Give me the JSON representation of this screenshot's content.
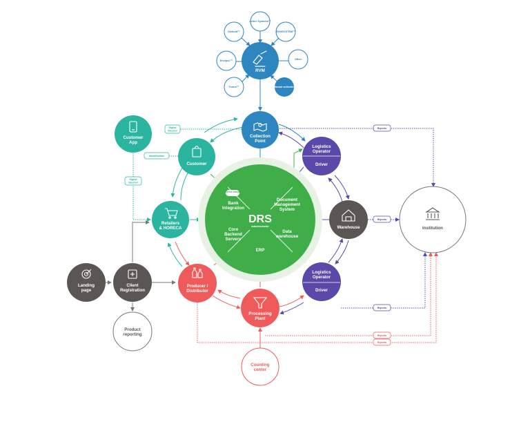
{
  "colors": {
    "blue": "#2e86c1",
    "teal": "#2bb5a0",
    "green": "#3fae49",
    "green_halo": "#e6f3e4",
    "purple": "#5a49a8",
    "gray": "#5b5653",
    "coral": "#ef5b5b",
    "outline_gray": "#777777"
  },
  "rvm": {
    "label": "RVM",
    "satellites": [
      "Anker Systems™",
      "RVMSYSTEM™",
      "Other",
      "Manual collection",
      "Tomra™",
      "Envipco™",
      "Diebold™"
    ]
  },
  "collection_point": {
    "label_1": "Collection",
    "label_2": "Point"
  },
  "customer_app": {
    "label_1": "Customer",
    "label_2": "App"
  },
  "customer": {
    "label": "Customer"
  },
  "retailers": {
    "label_1": "Retailers",
    "label_2": "& HORECA"
  },
  "drs": {
    "title": "DRS",
    "subtitle": "administrator",
    "direct_refund": "Direct refund",
    "bank": [
      "Bank",
      "Integration"
    ],
    "dms": [
      "Document",
      "Management",
      "System"
    ],
    "core": [
      "Core",
      "Backend",
      "Servers"
    ],
    "dwh": [
      "Data",
      "warehouse"
    ],
    "erp": "ERP"
  },
  "logistics_top": {
    "label_1": "Logistics",
    "label_2": "Operator",
    "driver": "Driver"
  },
  "logistics_bottom": {
    "label_1": "Logistics",
    "label_2": "Operator",
    "driver": "Driver"
  },
  "warehouse": {
    "label": "Warehouse"
  },
  "institution": {
    "label": "Institution"
  },
  "landing": {
    "label_1": "Landing",
    "label_2": "page"
  },
  "client_registration": {
    "label_1": "Client",
    "label_2": "Registration"
  },
  "product_reporting": {
    "label_1": "Product",
    "label_2": "reporting"
  },
  "producer": {
    "label_1": "Producer /",
    "label_2": "Distributor"
  },
  "processing_plant": {
    "label_1": "Processing",
    "label_2": "Plant"
  },
  "counting_center": {
    "label_1": "Counting",
    "label_2": "center"
  },
  "tags": {
    "digital_voucher_1": [
      "Digital",
      "Voucher"
    ],
    "identification": "Identification",
    "digital_voucher_2": [
      "Digital",
      "Voucher"
    ],
    "reports": "Reports"
  }
}
